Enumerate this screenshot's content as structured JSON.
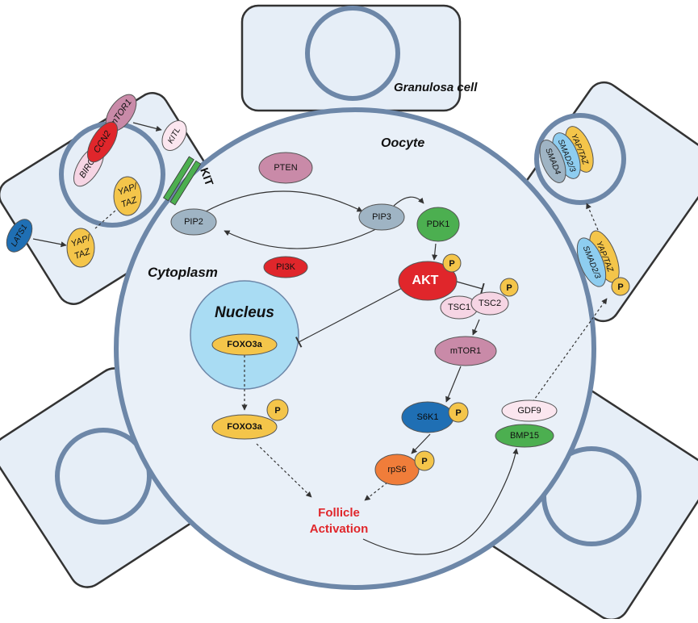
{
  "cells": {
    "granulosa_cell": "Granulosa cell",
    "oocyte": "Oocyte",
    "cytoplasm": "Cytoplasm",
    "nucleus": "Nucleus"
  },
  "left_cell": {
    "mtor1": "mTOR1",
    "kitl": "KITL",
    "birc1": "BIRC1",
    "ccn2": "CCN2",
    "yap_taz_nucleus": [
      "YAP/",
      "TAZ"
    ],
    "lats1": "LATS1",
    "yap_taz_cyto": [
      "YAP/",
      "TAZ"
    ]
  },
  "right_cell": {
    "yap_taz_nucleus": "YAP/TAZ",
    "smad23_nucleus": "SMAD2/3",
    "smad4": "SMAD4",
    "yap_taz_cyto": "YAP/TAZ",
    "smad23_cyto": "SMAD2/3",
    "p": "P"
  },
  "pathway": {
    "kit": "KIT",
    "pten": "PTEN",
    "pip2": "PIP2",
    "pip3": "PIP3",
    "pdk1": "PDK1",
    "pi3k": "PI3K",
    "akt": "AKT",
    "tsc1": "TSC1",
    "tsc2": "TSC2",
    "mtor1": "mTOR1",
    "s6k1": "S6K1",
    "rps6": "rpS6",
    "foxo3a_nucleus": "FOXO3a",
    "foxo3a_cyto": "FOXO3a",
    "gdf9": "GDF9",
    "bmp15": "BMP15",
    "p": "P",
    "follicle_activation": [
      "Follicle",
      "Activation"
    ]
  },
  "colors": {
    "cell_border": "#6d87a8",
    "cell_fill": "#e6eef7",
    "oocyte_fill": "#e9f0f8",
    "nucleus_fill": "#a9dcf3",
    "yellow": "#f4c54a",
    "red": "#e0262b",
    "green": "#4caf50",
    "grey_blue": "#9fb4c4",
    "mauve": "#c98aa8",
    "pink": "#f6d5e4",
    "dark_blue": "#1f6fb4",
    "orange": "#f07d3a",
    "light_blue": "#8ecdf0",
    "activation_text": "#e0262b"
  }
}
